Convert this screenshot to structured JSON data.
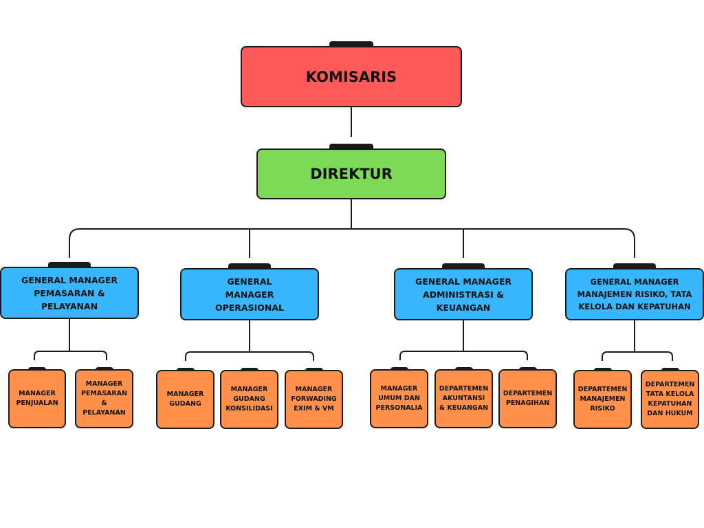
{
  "komisaris": "KOMISARIS",
  "direktur": "DIREKTUR",
  "divisions": [
    {
      "title": "GENERAL MANAGER PEMASARAN & PELAYANAN",
      "units": [
        "MANAGER PENJUALAN",
        "MANAGER PEMASARAN & PELAYANAN"
      ]
    },
    {
      "title": "GENERAL MANAGER OPERASIONAL",
      "units": [
        "MANAGER GUDANG",
        "MANAGER GUDANG KONSILIDASI",
        "MANAGER FORWADING EXIM & VM"
      ]
    },
    {
      "title": "GENERAL MANAGER ADMINISTRASI & KEUANGAN",
      "units": [
        "MANAGER UMUM DAN PERSONALIA",
        "DEPARTEMEN AKUNTANSI & KEUANGAN",
        "DEPARTEMEN PENAGIHAN"
      ]
    },
    {
      "title": "GENERAL MANAGER MANAJEMEN RISIKO, TATA KELOLA DAN KEPATUHAN",
      "units": [
        "DEPARTEMEN MANAJEMEN RISIKO",
        "DEPARTEMEN TATA KELOLA KEPATUHAN DAN HUKUM"
      ]
    }
  ],
  "colors": {
    "komisaris": "#ff5a5a",
    "direktur": "#7ed957",
    "general_manager": "#38b6ff",
    "unit": "#ff914d",
    "outline": "#1a1a1a"
  }
}
